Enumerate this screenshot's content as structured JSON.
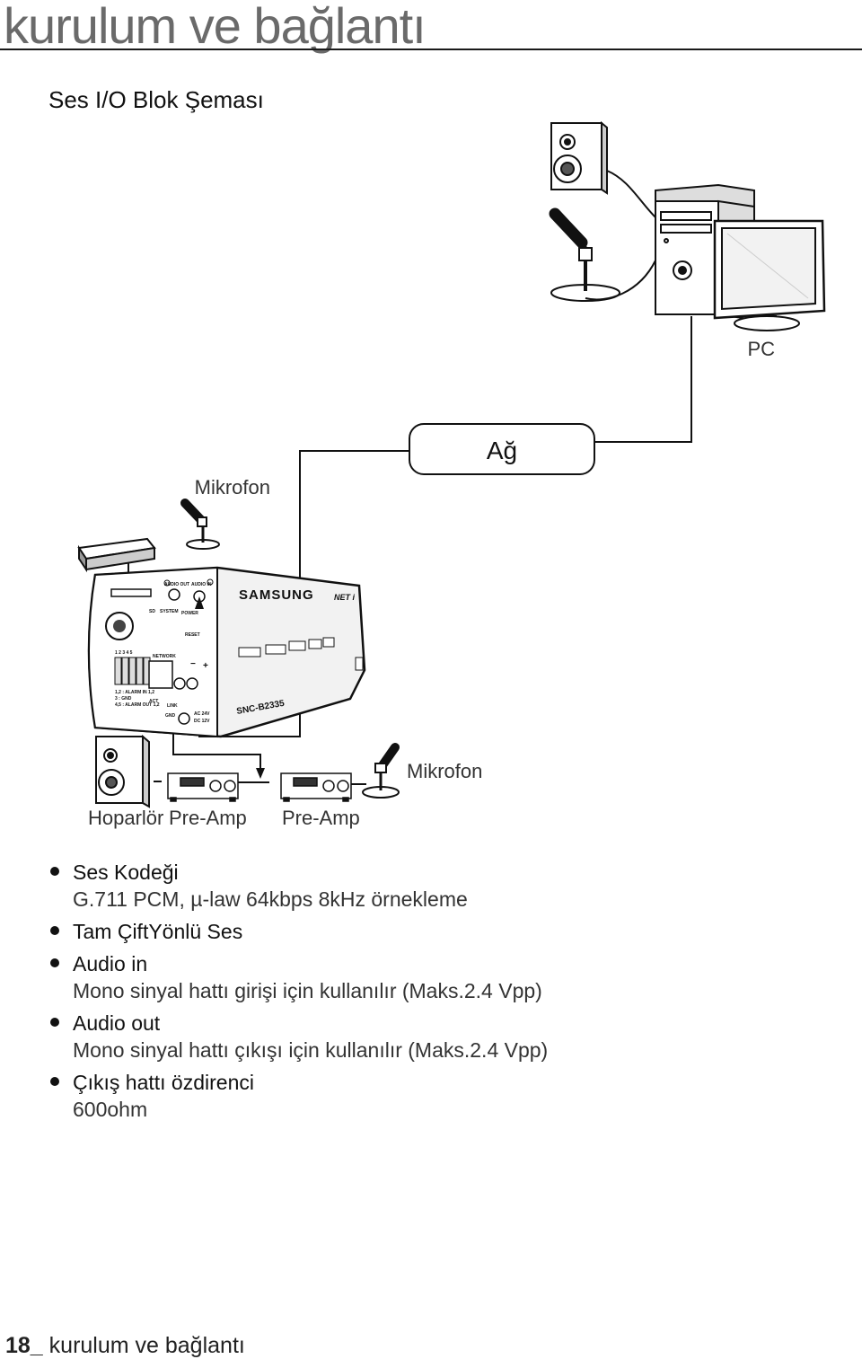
{
  "header": {
    "chapter_title": "kurulum ve bağlantı"
  },
  "section": {
    "title": "Ses I/O Blok Şeması"
  },
  "diagram": {
    "pc_label": "PC",
    "network_label": "Ağ",
    "camera_mic_label": "Mikrofon",
    "speaker_label": "Hoparlör",
    "preamp_out_label": "Pre-Amp",
    "preamp_in_label": "Pre-Amp",
    "mic_label": "Mikrofon",
    "camera": {
      "brand": "SAMSUNG",
      "net_logo": "NET i",
      "model": "SNC-B2335",
      "audio_out": "AUDIO OUT",
      "audio_in": "AUDIO IN",
      "sd": "SD",
      "system": "SYSTEM",
      "power": "POWER",
      "reset": "RESET",
      "network": "NETWORK",
      "terminal_numbers": "1 2 3 4 5",
      "terminal_legend": [
        "1,2 : ALARM IN 1,2",
        "3 : GND",
        "4,5 : ALARM OUT 1,2"
      ],
      "act": "ACT",
      "link": "LINK",
      "gnd": "GND",
      "ac24v": "AC 24V",
      "dc12v": "DC 12V",
      "minus": "−",
      "plus": "+"
    }
  },
  "specs": [
    {
      "title": "Ses Kodeği",
      "detail": "G.711 PCM, µ-law 64kbps 8kHz örnekleme"
    },
    {
      "title": "Tam ÇiftYönlü Ses",
      "detail": ""
    },
    {
      "title": "Audio in",
      "detail": "Mono sinyal hattı girişi için kullanılır (Maks.2.4 Vpp)"
    },
    {
      "title": "Audio out",
      "detail": "Mono sinyal hattı çıkışı için kullanılır (Maks.2.4 Vpp)"
    },
    {
      "title": "Çıkış hattı özdirenci",
      "detail": "600ohm"
    }
  ],
  "footer": {
    "page_number": "18_",
    "text": " kurulum ve bağlantı"
  }
}
